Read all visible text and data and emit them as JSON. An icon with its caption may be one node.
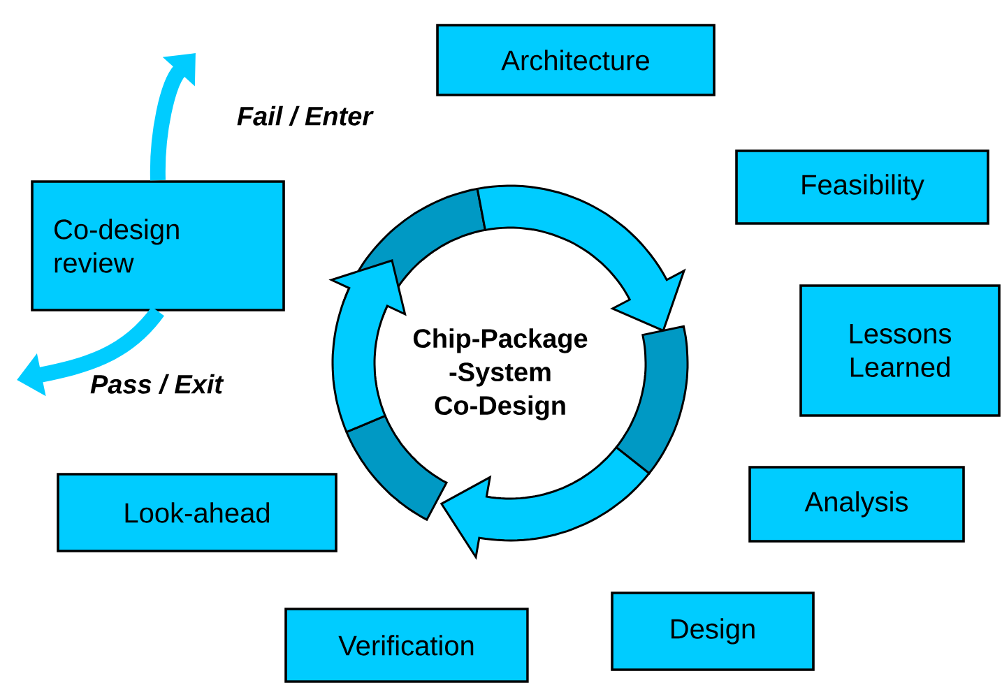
{
  "diagram": {
    "nodes": [
      {
        "text": [
          "Architecture"
        ]
      },
      {
        "text": [
          "Co-design review"
        ]
      },
      {
        "text": [
          "Feasibility"
        ]
      },
      {
        "text": [
          "Lessons Learned"
        ]
      },
      {
        "text": [
          "Analysis"
        ]
      },
      {
        "text": [
          "Look-ahead"
        ]
      },
      {
        "text": [
          "Design"
        ]
      },
      {
        "text": [
          "Verification"
        ]
      }
    ],
    "edges": [
      {
        "from": 1,
        "to": null,
        "arrow": "to",
        "label": "Fail / Enter"
      },
      {
        "from": 1,
        "to": null,
        "arrow": "to",
        "label": "Pass / Exit"
      }
    ],
    "labels": [
      "Chip-Package -System Co-Design"
    ]
  }
}
